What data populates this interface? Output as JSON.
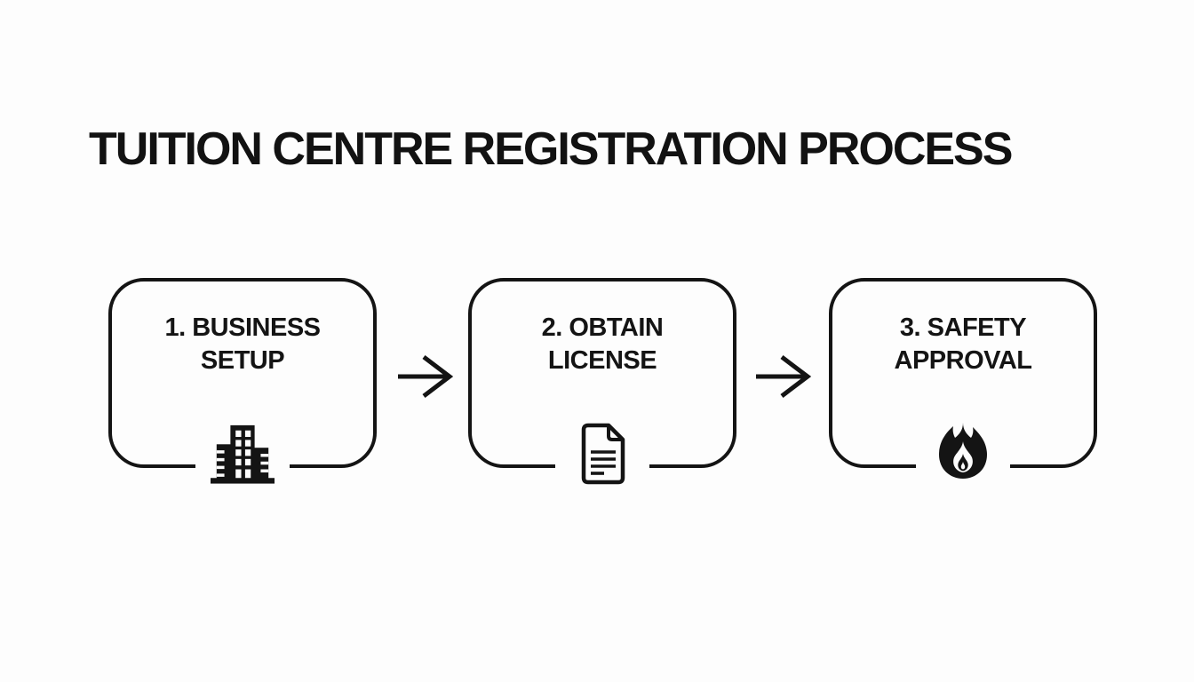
{
  "page": {
    "background_color": "#fdfdfd",
    "ink_color": "#141414"
  },
  "title": "TUITION CENTRE REGISTRATION PROCESS",
  "steps": [
    {
      "line1": "1. BUSINESS",
      "line2": "SETUP",
      "icon": "building-icon"
    },
    {
      "line1": "2. OBTAIN",
      "line2": "LICENSE",
      "icon": "document-icon"
    },
    {
      "line1": "3. SAFETY",
      "line2": "APPROVAL",
      "icon": "flame-icon"
    }
  ],
  "connectors": [
    {
      "icon": "arrow-right-icon",
      "glyph": "→"
    },
    {
      "icon": "arrow-right-icon",
      "glyph": "→"
    }
  ]
}
